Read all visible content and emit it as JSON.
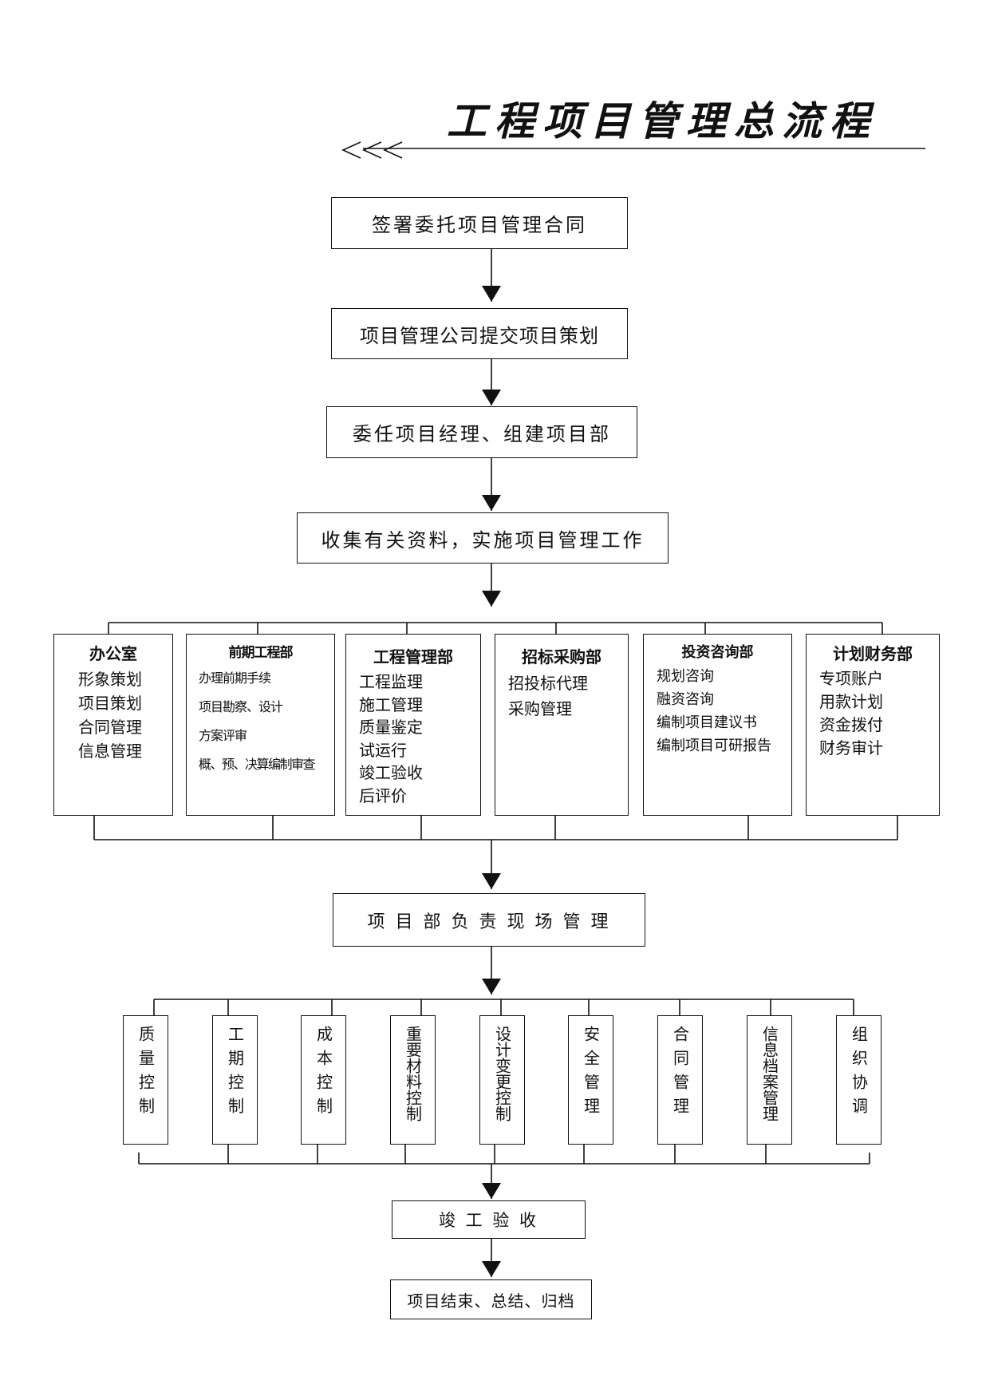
{
  "title": "工程项目管理总流程",
  "steps": {
    "s1": "签署委托项目管理合同",
    "s2": "项目管理公司提交项目策划",
    "s3": "委任项目经理、组建项目部",
    "s4": "收集有关资料，实施项目管理工作",
    "s5": "项 目 部 负 责 现 场 管 理",
    "s6": "竣 工 验 收",
    "s7": "项目结束、总结、归档"
  },
  "departments": [
    {
      "name": "办公室",
      "items": [
        "形象策划",
        "项目策划",
        "合同管理",
        "信息管理"
      ]
    },
    {
      "name": "前期工程部",
      "items": [
        "办理前期手续",
        "项目勘察、设计",
        "方案评审",
        "概、预、决算编制审查"
      ]
    },
    {
      "name": "工程管理部",
      "items": [
        "工程监理",
        "施工管理",
        "质量鉴定",
        "试运行",
        "竣工验收",
        "后评价"
      ]
    },
    {
      "name": "招标采购部",
      "items": [
        "招投标代理",
        "采购管理"
      ]
    },
    {
      "name": "投资咨询部",
      "items": [
        "规划咨询",
        "融资咨询",
        "编制项目建议书",
        "编制项目可研报告"
      ]
    },
    {
      "name": "计划财务部",
      "items": [
        "专项账户",
        "用款计划",
        "资金拨付",
        "财务审计"
      ]
    }
  ],
  "controls": [
    "质量控制",
    "工期控制",
    "成本控制",
    "重要材料控制",
    "设计变更控制",
    "安全管理",
    "合同管理",
    "信息档案管理",
    "组织协调"
  ]
}
